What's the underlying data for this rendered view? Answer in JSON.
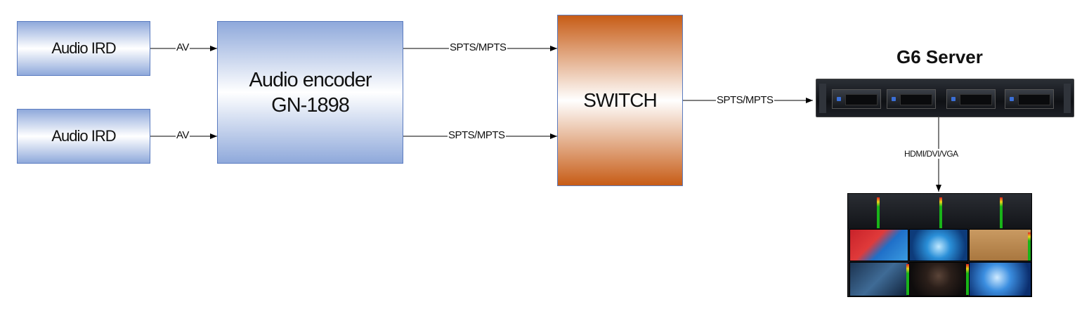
{
  "nodes": {
    "ird1": {
      "label": "Audio IRD"
    },
    "ird2": {
      "label": "Audio IRD"
    },
    "encoder": {
      "line1": "Audio encoder",
      "line2": "GN-1898"
    },
    "switch": {
      "label": "SWITCH"
    },
    "server": {
      "title": "G6 Server"
    }
  },
  "edges": {
    "ird1_encoder": "AV",
    "ird2_encoder": "AV",
    "encoder_switch_top": "SPTS/MPTS",
    "encoder_switch_bottom": "SPTS/MPTS",
    "switch_server": "SPTS/MPTS",
    "server_monitor": "HDMI/DVI/VGA"
  },
  "colors": {
    "blue_box": "#8fa9db",
    "orange_box": "#c75c16",
    "line": "#000000"
  }
}
